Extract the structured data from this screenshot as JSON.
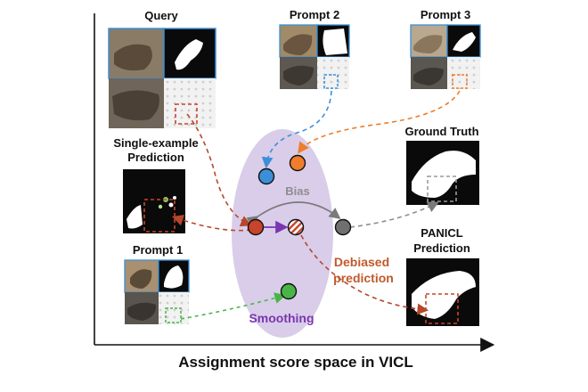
{
  "labels": {
    "query": "Query",
    "prompt2": "Prompt 2",
    "prompt3": "Prompt 3",
    "ground_truth": "Ground Truth",
    "single_line1": "Single-example",
    "single_line2": "Prediction",
    "prompt1": "Prompt 1",
    "panicl_line1": "PANICL",
    "panicl_line2": "Prediction",
    "bias": "Bias",
    "debiased_line1": "Debiased",
    "debiased_line2": "prediction",
    "smoothing": "Smoothing",
    "axis_caption": "Assignment score space in VICL"
  },
  "colors": {
    "ellipse_fill": "#d9cde9",
    "prompt2_dot": "#3b8fd8",
    "prompt3_dot": "#ee7d2c",
    "prediction_dot": "#c8442b",
    "ground_truth_dot": "#707070",
    "smoothing_dot": "#49b548",
    "bias_text": "#8e8e8e",
    "debiased_text": "#c05a2b",
    "smoothing_text": "#7a35b2",
    "smoothing_arrow": "#7a35b2"
  },
  "icons": [
    "cat-photo-thumbnail",
    "segmentation-mask-thumbnail"
  ]
}
